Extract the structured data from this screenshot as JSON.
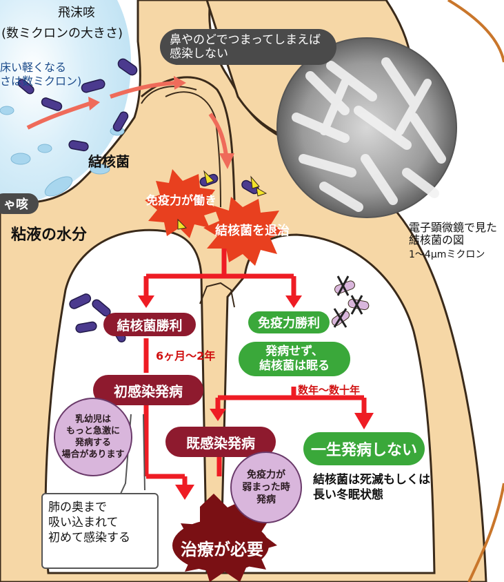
{
  "colors": {
    "skin": "#f6d7a6",
    "outline": "#3a2a1a",
    "sky": "#cfe9f6",
    "arrow_red": "#ee1c24",
    "pink_arrow": "#ef6b5a",
    "dark_red": "#8e1a2e",
    "green": "#3aa83a",
    "star_red": "#e8401f",
    "star_dark": "#7a1014",
    "lilac": "#d9b6dc",
    "bacteria": "#4b3a8e",
    "label_dark": "#4a4a4a",
    "orange_line": "#c9762b"
  },
  "labels": {
    "droplet_cough": "飛沫咳",
    "droplet_size": "(数ミクロンの大きさ)",
    "light_left_1": "床い軽くなる",
    "light_left_2": "さは数ミクロン)",
    "tb_bacteria": "結核菌",
    "cough_partial": "ゃ咳",
    "mucus_water": "粘液の水分",
    "nose_throat": "鼻やのどでつまってしまえば\n感染しない",
    "microscope_caption_1": "電子顕微鏡で見た",
    "microscope_caption_2": "結核菌の図",
    "microscope_scale": "1～4μmミクロン"
  },
  "nodes": {
    "immunity_works": "免疫力が働き",
    "repel_tb": "結核菌を退治",
    "tb_wins": "結核菌勝利",
    "immunity_wins": "免疫力勝利",
    "period_6m_2y": "6ヶ月～2年",
    "no_onset": "発病せず、\n結核菌は眠る",
    "years_decades": "数年～数十年",
    "primary_onset": "初感染発病",
    "infant_note": "乳幼児は\nもっと急激に\n発病する\n場合があります",
    "secondary_onset": "既感染発病",
    "weak_immunity": "免疫力が\n弱まった時\n発病",
    "never_onset": "一生発病しない",
    "dormant_1": "結核菌は死滅もしくは",
    "dormant_2": "長い冬眠状態",
    "deep_lung": "肺の奥まで\n吸い込まれて\n初めて感染する",
    "treatment": "治療が必要"
  }
}
